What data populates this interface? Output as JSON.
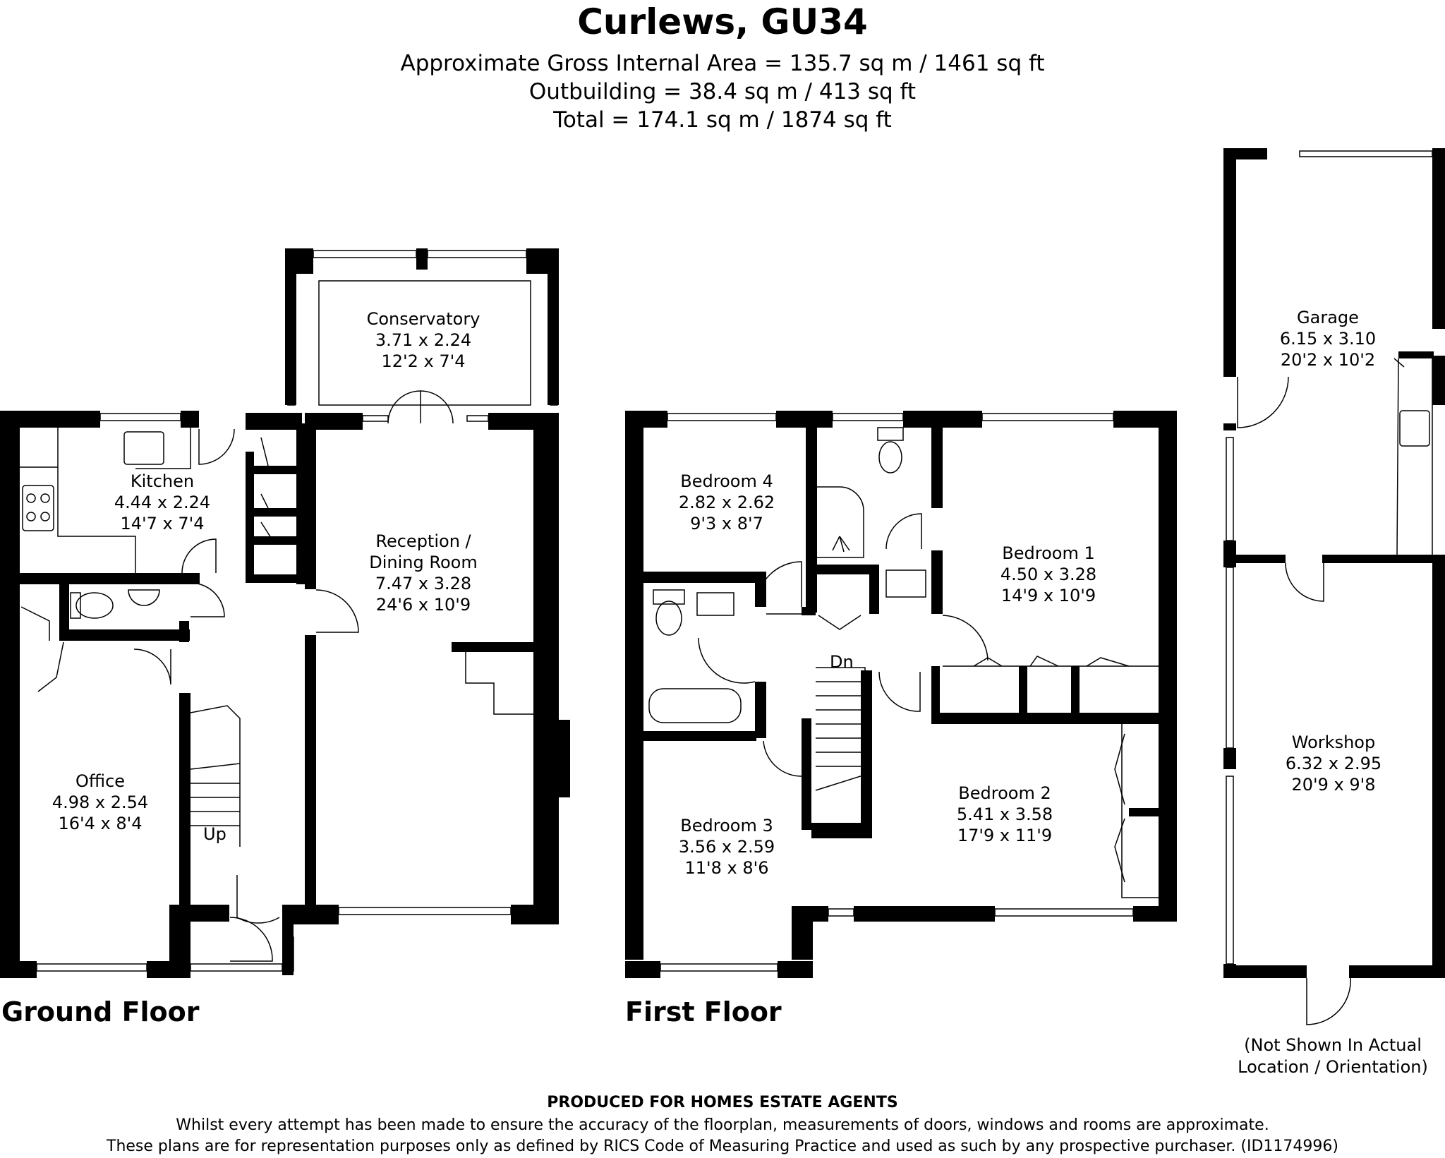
{
  "title": "Curlews, GU34",
  "areas": [
    "Approximate Gross Internal Area = 135.7 sq m / 1461 sq ft",
    "Outbuilding = 38.4 sq m / 413 sq ft",
    "Total = 174.1 sq m / 1874 sq ft"
  ],
  "floors": {
    "ground": "Ground Floor",
    "first": "First Floor"
  },
  "stairs": {
    "up": "Up",
    "down": "Dn"
  },
  "rooms": {
    "kitchen": {
      "name": "Kitchen",
      "metric": "4.44 x 2.24",
      "imperial": "14'7 x 7'4"
    },
    "conservatory": {
      "name": "Conservatory",
      "metric": "3.71 x 2.24",
      "imperial": "12'2 x 7'4"
    },
    "reception": {
      "name": "Reception /",
      "name2": "Dining Room",
      "metric": "7.47 x 3.28",
      "imperial": "24'6 x 10'9"
    },
    "office": {
      "name": "Office",
      "metric": "4.98 x 2.54",
      "imperial": "16'4 x 8'4"
    },
    "bedroom4": {
      "name": "Bedroom 4",
      "metric": "2.82 x 2.62",
      "imperial": "9'3 x 8'7"
    },
    "bedroom1": {
      "name": "Bedroom 1",
      "metric": "4.50 x 3.28",
      "imperial": "14'9 x 10'9"
    },
    "bedroom2": {
      "name": "Bedroom 2",
      "metric": "5.41 x 3.58",
      "imperial": "17'9 x 11'9"
    },
    "bedroom3": {
      "name": "Bedroom 3",
      "metric": "3.56 x 2.59",
      "imperial": "11'8 x 8'6"
    },
    "garage": {
      "name": "Garage",
      "metric": "6.15 x 3.10",
      "imperial": "20'2 x 10'2"
    },
    "workshop": {
      "name": "Workshop",
      "metric": "6.32 x 2.95",
      "imperial": "20'9 x 9'8"
    }
  },
  "outbuilding_note": [
    "(Not Shown In Actual",
    "Location / Orientation)"
  ],
  "footer": {
    "heading": "PRODUCED FOR HOMES ESTATE AGENTS",
    "line1": "Whilst every attempt has been made to ensure the accuracy of the floorplan, measurements of doors, windows and rooms are approximate.",
    "line2": "These plans are for representation purposes only as defined by RICS Code of Measuring Practice and used as such by any prospective purchaser. (ID1174996)"
  },
  "colors": {
    "wall": "#000000",
    "background": "#ffffff"
  }
}
